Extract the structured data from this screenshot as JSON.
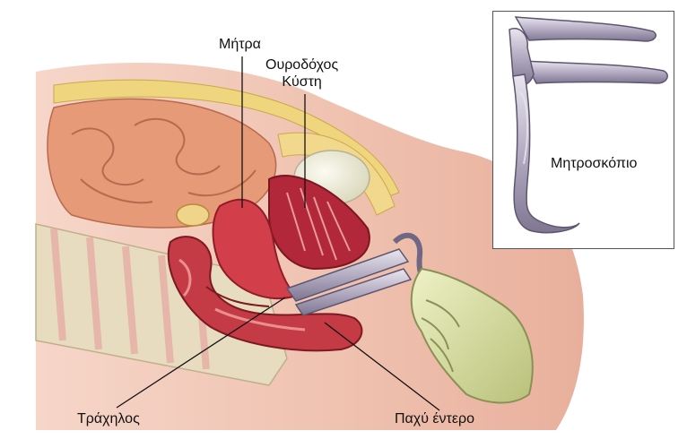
{
  "labels": {
    "uterus": "Μήτρα",
    "bladder_line1": "Ουροδόχος",
    "bladder_line2": "Κύστη",
    "cervix": "Τράχηλος",
    "colon": "Παχύ έντερο",
    "speculum": "Μητροσκόπιο"
  },
  "colors": {
    "skin": "#f1c3b2",
    "fat": "#efd57e",
    "intestine": "#e69a78",
    "organ_red": "#d23f4a",
    "organ_dark": "#8e1d26",
    "bone": "#e8dcc0",
    "metal": "#b9b2c4",
    "glove": "#d9dfa3"
  }
}
